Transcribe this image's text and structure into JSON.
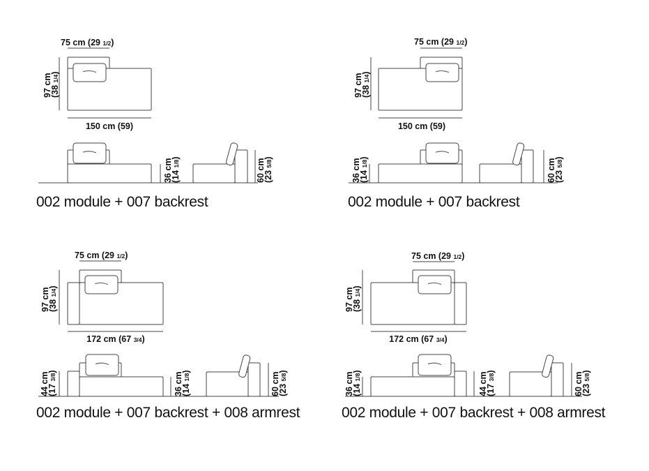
{
  "quadrants": [
    {
      "caption": "002 module + 007 backrest",
      "dims": {
        "backrest_width": {
          "cm": "75 cm",
          "inch": "29",
          "frac": "1/2"
        },
        "depth": {
          "cm": "97 cm",
          "inch": "38",
          "frac": "1/4"
        },
        "length": {
          "cm": "150 cm",
          "inch": "59",
          "frac": ""
        },
        "seat_height": {
          "cm": "36 cm",
          "inch": "14",
          "frac": "1/8"
        },
        "back_height": {
          "cm": "60 cm",
          "inch": "23",
          "frac": "5/8"
        }
      }
    },
    {
      "caption": "002 module + 007 backrest",
      "dims": {
        "backrest_width": {
          "cm": "75 cm",
          "inch": "29",
          "frac": "1/2"
        },
        "depth": {
          "cm": "97 cm",
          "inch": "38",
          "frac": "1/4"
        },
        "length": {
          "cm": "150 cm",
          "inch": "59",
          "frac": ""
        },
        "seat_height": {
          "cm": "36 cm",
          "inch": "14",
          "frac": "1/8"
        },
        "back_height": {
          "cm": "60 cm",
          "inch": "23",
          "frac": "5/8"
        }
      }
    },
    {
      "caption": "002 module + 007 backrest + 008 armrest",
      "dims": {
        "backrest_width": {
          "cm": "75 cm",
          "inch": "29",
          "frac": "1/2"
        },
        "depth": {
          "cm": "97 cm",
          "inch": "38",
          "frac": "1/4"
        },
        "length": {
          "cm": "172 cm",
          "inch": "67",
          "frac": "3/4"
        },
        "arm_height": {
          "cm": "44 cm",
          "inch": "17",
          "frac": "3/8"
        },
        "seat_height": {
          "cm": "36 cm",
          "inch": "14",
          "frac": "1/8"
        },
        "back_height": {
          "cm": "60 cm",
          "inch": "23",
          "frac": "5/8"
        }
      }
    },
    {
      "caption": "002 module + 007 backrest + 008 armrest",
      "dims": {
        "backrest_width": {
          "cm": "75 cm",
          "inch": "29",
          "frac": "1/2"
        },
        "depth": {
          "cm": "97 cm",
          "inch": "38",
          "frac": "1/4"
        },
        "length": {
          "cm": "172 cm",
          "inch": "67",
          "frac": "3/4"
        },
        "seat_height": {
          "cm": "36 cm",
          "inch": "14",
          "frac": "1/8"
        },
        "arm_height": {
          "cm": "44 cm",
          "inch": "17",
          "frac": "3/8"
        },
        "back_height": {
          "cm": "60 cm",
          "inch": "23",
          "frac": "5/8"
        }
      }
    }
  ]
}
